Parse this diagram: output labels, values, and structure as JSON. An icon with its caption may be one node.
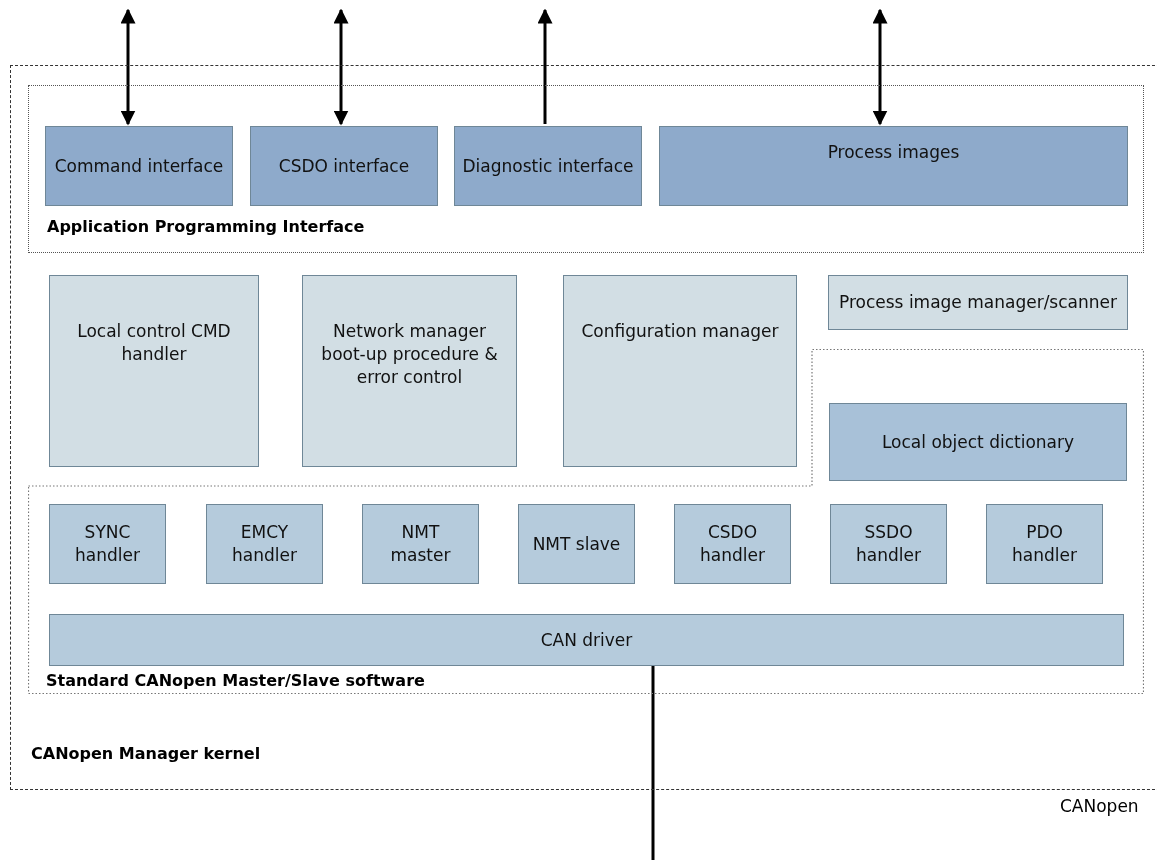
{
  "diagram": {
    "nodes": [
      {
        "text": [
          "CANopen Manager kernel"
        ]
      },
      {
        "text": [
          "Application Programming Interface"
        ],
        "in": 0
      },
      {
        "text": [
          "Command interface"
        ],
        "in": 1
      },
      {
        "text": [
          "CSDO interface"
        ],
        "in": 1
      },
      {
        "text": [
          "Diagnostic interface"
        ],
        "in": 1
      },
      {
        "text": [
          "Process images"
        ],
        "in": 1
      },
      {
        "text": [
          "Local control CMD handler"
        ],
        "in": 0
      },
      {
        "text": [
          "Network manager boot-up procedure & error control"
        ],
        "in": 0
      },
      {
        "text": [
          "Configuration manager"
        ],
        "in": 0
      },
      {
        "text": [
          "Process image manager/scanner"
        ],
        "in": 0
      },
      {
        "text": [
          "Standard CANopen Master/Slave software"
        ],
        "in": 0
      },
      {
        "text": [
          "Local object dictionary"
        ],
        "in": 10
      },
      {
        "text": [
          "SYNC handler"
        ],
        "in": 10
      },
      {
        "text": [
          "EMCY handler"
        ],
        "in": 10
      },
      {
        "text": [
          "NMT master"
        ],
        "in": 10
      },
      {
        "text": [
          "NMT slave"
        ],
        "in": 10
      },
      {
        "text": [
          "CSDO handler"
        ],
        "in": 10
      },
      {
        "text": [
          "SSDO handler"
        ],
        "in": 10
      },
      {
        "text": [
          "PDO handler"
        ],
        "in": 10
      },
      {
        "text": [
          "CAN driver"
        ],
        "in": 10
      }
    ],
    "edges": [
      {
        "from": 2,
        "to": null,
        "arrow": "both"
      },
      {
        "from": 3,
        "to": null,
        "arrow": "both"
      },
      {
        "from": 4,
        "to": null,
        "arrow": "to"
      },
      {
        "from": 5,
        "to": null,
        "arrow": "both"
      },
      {
        "from": 19,
        "to": null,
        "arrow": "none"
      }
    ],
    "labels": [
      "CANopen"
    ]
  }
}
